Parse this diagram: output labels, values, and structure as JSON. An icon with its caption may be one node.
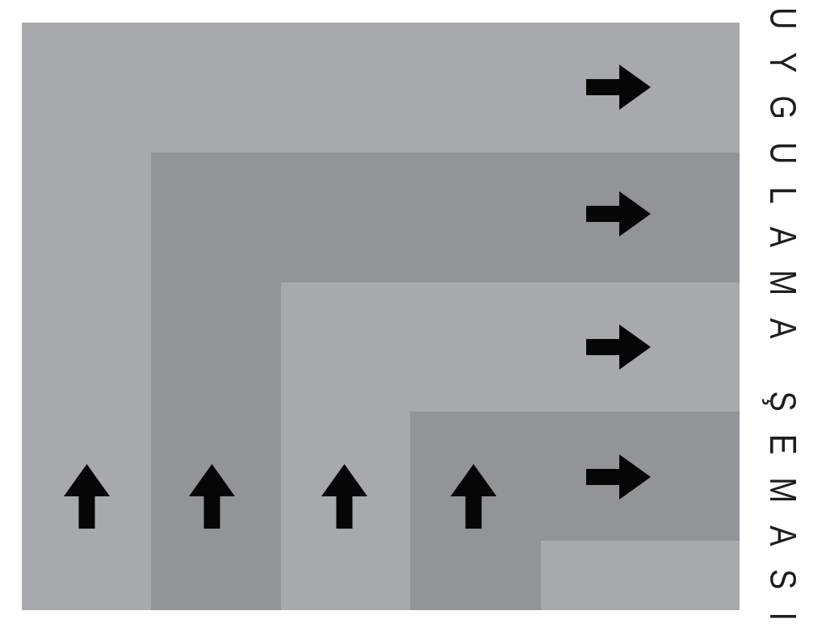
{
  "diagram": {
    "title": "UYGULAMA ŞEMASI",
    "nodes": [
      {
        "text": [],
        "shape": "box"
      },
      {
        "text": [],
        "shape": "box",
        "in": 0
      },
      {
        "text": [],
        "shape": "box",
        "in": 1
      },
      {
        "text": [],
        "shape": "box",
        "in": 2
      },
      {
        "text": [],
        "shape": "box",
        "in": 3
      }
    ]
  }
}
